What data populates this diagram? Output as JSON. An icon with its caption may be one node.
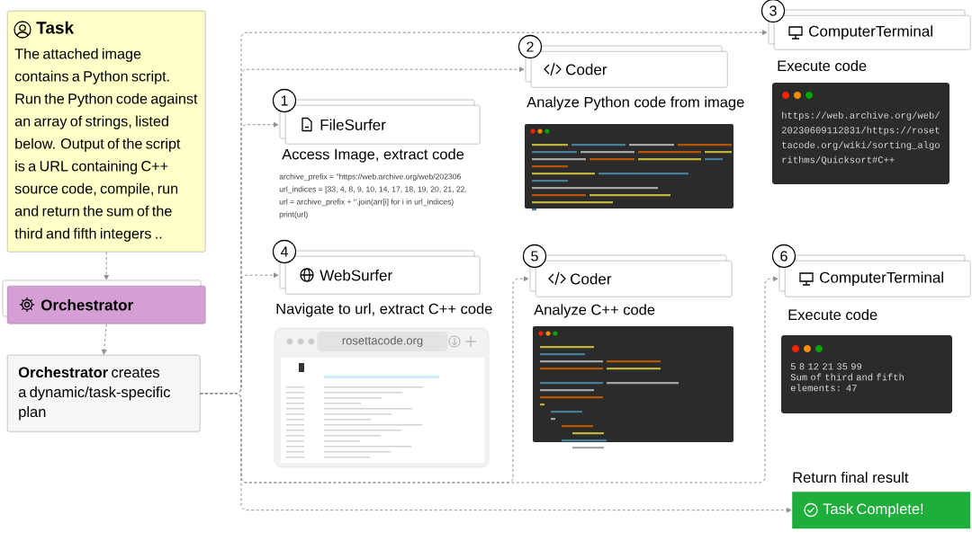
{
  "diagram": {
    "nodes": [
      {
        "text": [
          "Task",
          "The attached image contains a Python script. Run the Python code against an array of strings, listed below. Output of the script is a URL containing C++ source code, compile, run and return the sum of the third and fifth integers .."
        ]
      },
      {
        "text": [
          "Orchestrator"
        ]
      },
      {
        "text": [
          "**Orchestrator** creates a dynamic/task-specific plan"
        ]
      },
      {
        "text": [
          "1",
          "FileSurfer"
        ],
        "beside": [
          "Access Image, extract code"
        ]
      },
      {
        "text": [
          "2",
          "Coder"
        ],
        "beside": [
          "Analyze Python code from image"
        ]
      },
      {
        "text": [
          "3",
          "ComputerTerminal"
        ],
        "beside": [
          "Execute code"
        ]
      },
      {
        "text": [
          "4",
          "WebSurfer"
        ],
        "beside": [
          "Navigate to url, extract C++ code"
        ]
      },
      {
        "text": [
          "5",
          "Coder"
        ],
        "beside": [
          "Analyze C++ code"
        ]
      },
      {
        "text": [
          "6",
          "ComputerTerminal"
        ],
        "beside": [
          "Execute code"
        ]
      },
      {
        "text": [
          "Task Complete!"
        ],
        "beside": [
          "Return final result"
        ]
      }
    ],
    "edges": [
      {
        "from": 0,
        "to": 1,
        "arrow": "to",
        "style": "dashed"
      },
      {
        "from": 1,
        "to": 2,
        "arrow": "to",
        "style": "dashed"
      },
      {
        "from": 2,
        "to": 3,
        "arrow": "to",
        "style": "dashed"
      },
      {
        "from": 2,
        "to": 4,
        "arrow": "to",
        "style": "dashed"
      },
      {
        "from": 2,
        "to": 5,
        "arrow": "to",
        "style": "dashed"
      },
      {
        "from": 2,
        "to": 6,
        "arrow": "to",
        "style": "dashed"
      },
      {
        "from": 2,
        "to": 7,
        "arrow": "to",
        "style": "dashed"
      },
      {
        "from": 2,
        "to": 8,
        "arrow": "to",
        "style": "dashed"
      },
      {
        "from": 2,
        "to": 9,
        "arrow": "to",
        "style": "dashed"
      }
    ],
    "labels": [
      "https://web.archive.org/web/",
      "20230609112831/https://roset",
      "tacode.org/wiki/sorting_algo",
      "rithms/Quicksort#C++",
      "archive_prefix = \"https://web.archive.org/web/202306",
      "url_indices = [33, 4, 8, 9, 10, 14, 17, 18, 19, 20, 21, 22,",
      "url = archive_prefix + ''.join(arr[i] for i in url_indices)",
      "print(url)",
      "5 8 12 21 35 99",
      "Sum of third and fifth elements: 47",
      "rosettacode.org"
    ]
  }
}
